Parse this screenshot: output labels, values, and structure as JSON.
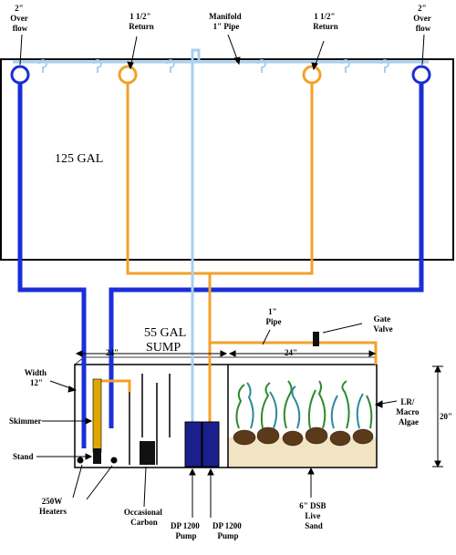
{
  "colors": {
    "overflow_pipe": "#1a2fd6",
    "return_pipe": "#f3a12a",
    "manifold_pipe": "#a8cff0",
    "tank_outline": "#000000",
    "sand": "#f2e3c4",
    "skimmer": "#e0a600",
    "pump": "#1a1f8c",
    "algae_green": "#2e8a2a",
    "algae_teal": "#2a8a9a",
    "live_rock": "#5a3a1a"
  },
  "labels": {
    "overflow_left": [
      "2\"",
      "Over",
      "flow"
    ],
    "return_left": [
      "1 1/2\"",
      "Return"
    ],
    "manifold": [
      "Manifold",
      "1\" Pipe"
    ],
    "return_right": [
      "1 1/2\"",
      "Return"
    ],
    "overflow_right": [
      "2\"",
      "Over",
      "flow"
    ],
    "main_tank": "125  GAL",
    "sump": [
      "55 GAL",
      "SUMP"
    ],
    "pipe_1in": [
      "1\"",
      "Pipe"
    ],
    "gate_valve": [
      "Gate",
      "Valve"
    ],
    "dim_left": "24\"",
    "dim_right": "24\"",
    "width": [
      "Width",
      "12\""
    ],
    "height": "20\"",
    "skimmer": "Skimmer",
    "stand": "Stand",
    "heaters": [
      "250W",
      "Heaters"
    ],
    "carbon": [
      "Occasional",
      "Carbon"
    ],
    "pump_left": [
      "DP 1200",
      "Pump"
    ],
    "pump_right": [
      "DP 1200",
      "Pump"
    ],
    "lr_algae": [
      "LR/",
      "Macro",
      "Algae"
    ],
    "dsb": [
      "6\" DSB",
      "Live",
      "Sand"
    ]
  }
}
